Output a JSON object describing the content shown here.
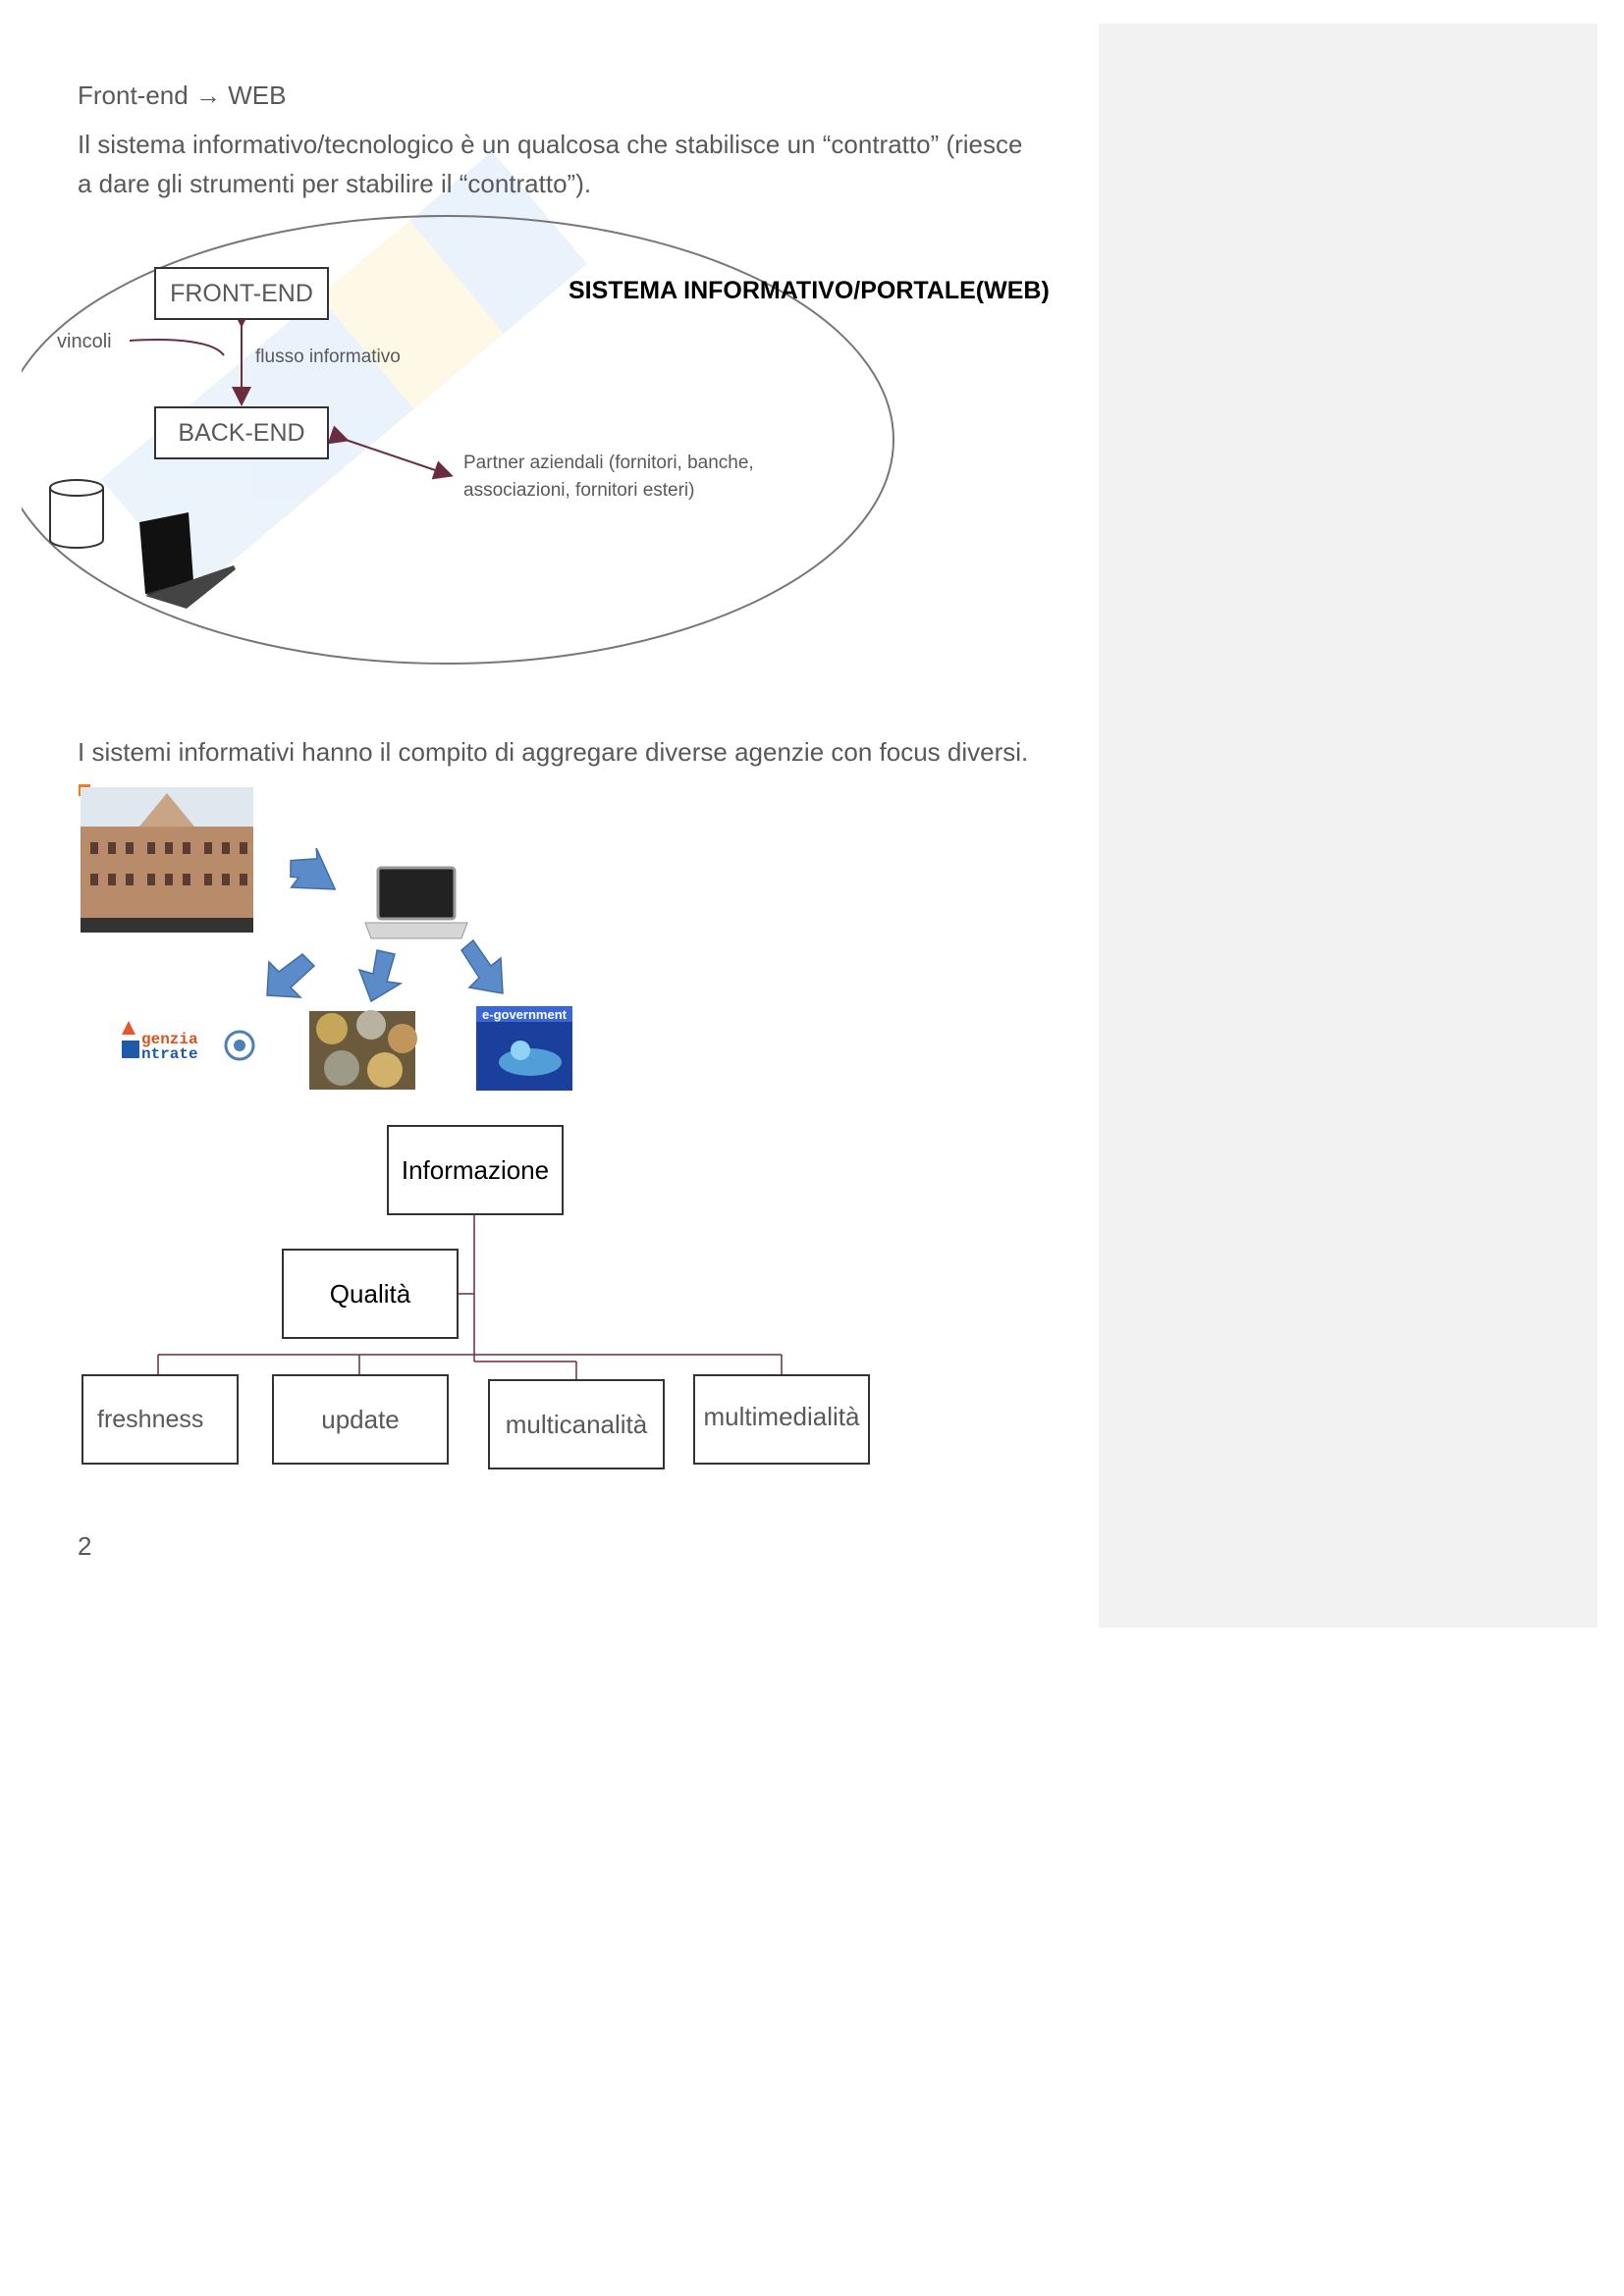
{
  "heading": {
    "label": "Front-end",
    "arrow": "→",
    "target": "WEB"
  },
  "intro": {
    "line1": "Il sistema informativo/tecnologico è un qualcosa che stabilisce un “contratto” (riesce",
    "line2": "a dare gli strumenti per stabilire il “contratto”)."
  },
  "diagram1": {
    "title": "SISTEMA INFORMATIVO/PORTALE(WEB)",
    "front_end": "FRONT-END",
    "back_end": "BACK-END",
    "vincoli": "vincoli",
    "flusso": "flusso informativo",
    "partner_line1": "Partner aziendali (fornitori, banche,",
    "partner_line2": "associazioni, fornitori esteri)"
  },
  "agencies_text": "I sistemi informativi hanno il compito di aggregare diverse agenzie con focus diversi.",
  "logos": {
    "agenzia_top": "genzia",
    "agenzia_bottom": "ntrate",
    "egov": "e-government"
  },
  "hierarchy": {
    "root": "Informazione",
    "assistant": "Qualità",
    "children": [
      "freshness",
      "update",
      "multicanalità",
      "multimedialità"
    ]
  },
  "page_number": "2",
  "colors": {
    "arrow_maroon": "#6b2c3e",
    "blue_arrow": "#5b8bc8",
    "sidebar": "#f2f2f2"
  }
}
